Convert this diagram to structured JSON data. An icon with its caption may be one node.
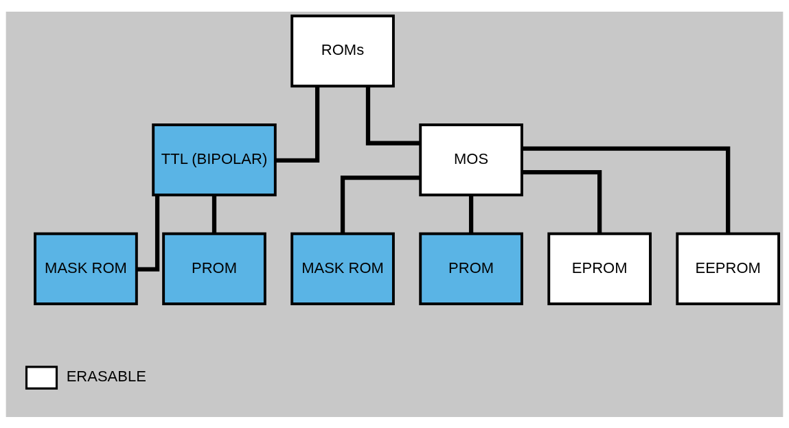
{
  "diagram": {
    "nodes": [
      {
        "text": [
          "ROMs"
        ]
      },
      {
        "text": [
          "TTL (BIPOLAR)"
        ]
      },
      {
        "text": [
          "MOS"
        ]
      },
      {
        "text": [
          "MASK ROM"
        ]
      },
      {
        "text": [
          "PROM"
        ]
      },
      {
        "text": [
          "MASK ROM"
        ]
      },
      {
        "text": [
          "PROM"
        ]
      },
      {
        "text": [
          "EPROM"
        ]
      },
      {
        "text": [
          "EEPROM"
        ]
      }
    ],
    "edges": [
      {
        "from": 0,
        "to": 1,
        "arrow": "none"
      },
      {
        "from": 0,
        "to": 2,
        "arrow": "none"
      },
      {
        "from": 1,
        "to": 3,
        "arrow": "none"
      },
      {
        "from": 1,
        "to": 4,
        "arrow": "none"
      },
      {
        "from": 2,
        "to": 5,
        "arrow": "none"
      },
      {
        "from": 2,
        "to": 6,
        "arrow": "none"
      },
      {
        "from": 2,
        "to": 7,
        "arrow": "none"
      },
      {
        "from": 2,
        "to": 8,
        "arrow": "none"
      }
    ],
    "legend": [
      {
        "text": "ERASABLE",
        "color": "#ffffff"
      }
    ]
  }
}
